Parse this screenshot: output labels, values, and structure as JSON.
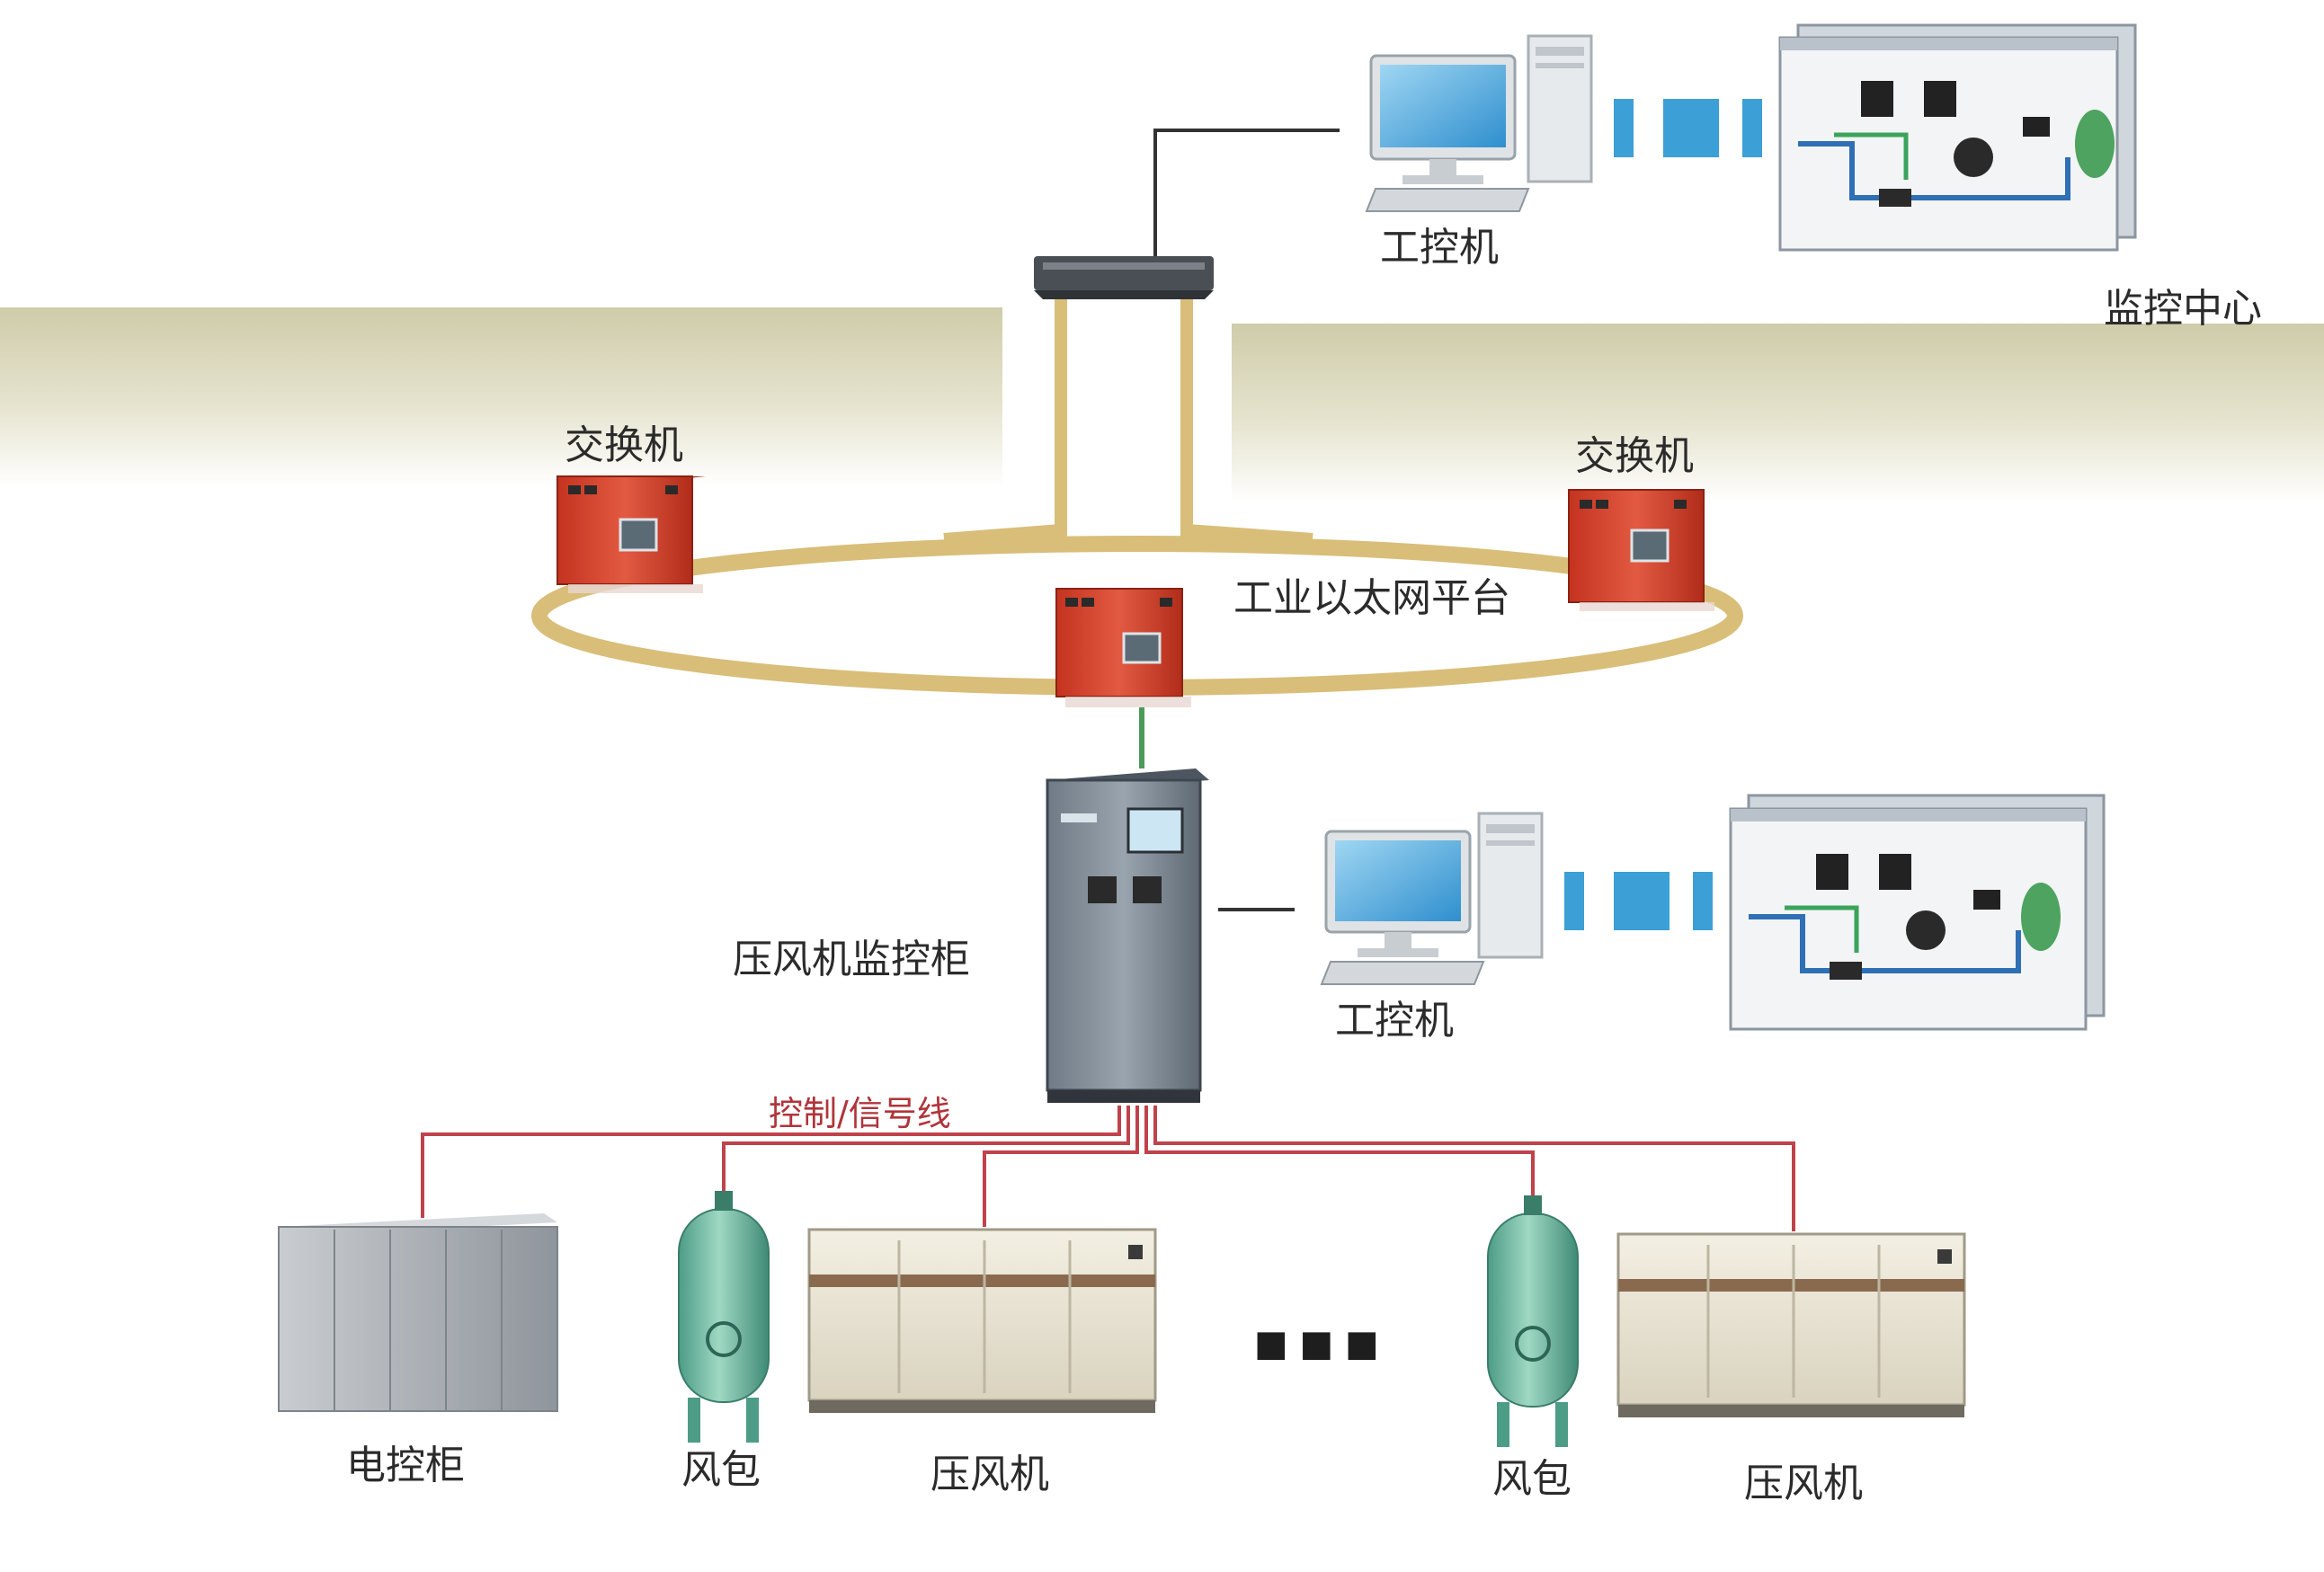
{
  "labels": {
    "monitor_center": "监控中心",
    "ipc_top": "工控机",
    "switch_left": "交换机",
    "switch_right": "交换机",
    "ethernet_platform": "工业以太网平台",
    "monitor_cabinet": "压风机监控柜",
    "ipc_mid": "工控机",
    "signal_line": "控制/信号线",
    "electric_cabinet": "电控柜",
    "air_tank_1": "风包",
    "compressor_1": "压风机",
    "ellipsis": "■ ■ ■",
    "air_tank_2": "风包",
    "compressor_2": "压风机"
  },
  "colors": {
    "switch_red": "#d8402f",
    "ring_gold": "#d9be79",
    "signal_red": "#c0424a",
    "tank_green": "#6fb8a0",
    "band_tan": "#d7d5b7"
  }
}
